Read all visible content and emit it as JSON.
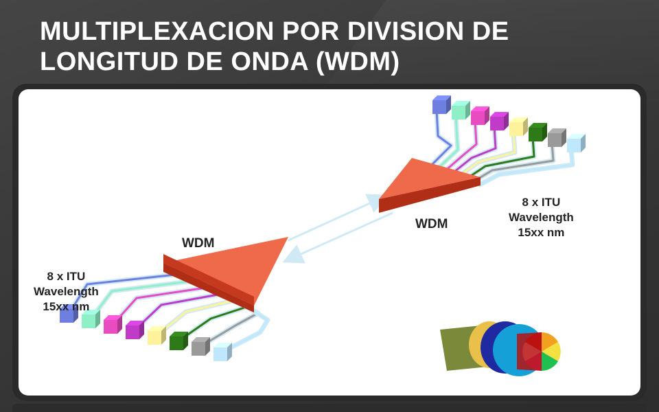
{
  "slide": {
    "title_line1": "MULTIPLEXACION POR DIVISION DE",
    "title_line2": "LONGITUD DE ONDA (WDM)"
  },
  "diagram": {
    "left_mux": {
      "label": "WDM",
      "wavelength_label": {
        "line1": "8 x ITU",
        "line2": "Wavelength",
        "line3": "15xx nm"
      }
    },
    "right_demux": {
      "label": "WDM",
      "wavelength_label": {
        "line1": "8 x ITU",
        "line2": "Wavelength",
        "line3": "15xx nm"
      }
    },
    "channel_colors": [
      "#6f7fe0",
      "#8ff0c8",
      "#e84cc0",
      "#c03cc8",
      "#fff29a",
      "#2f7a18",
      "#9a9a9a",
      "#bfe8ff"
    ],
    "fiber_color": "#cfe9f5",
    "mux_color": "#e8502e",
    "cable_icon": "fiber-optic-cable-icon"
  }
}
